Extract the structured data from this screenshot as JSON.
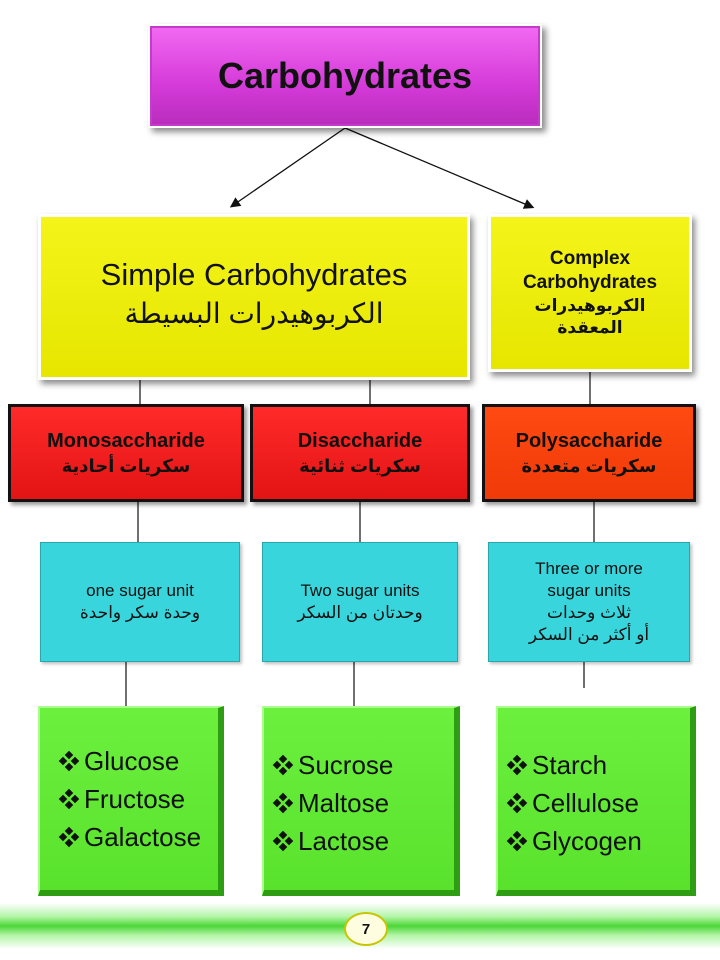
{
  "title": "Carbohydrates",
  "simple": {
    "label_en": "Simple Carbohydrates",
    "label_ar": "الكربوهيدرات البسيطة"
  },
  "complex": {
    "label_en_line1": "Complex",
    "label_en_line2": "Carbohydrates",
    "label_ar_line1": "الكربوهيدرات",
    "label_ar_line2": "المعقدة"
  },
  "types": {
    "mono": {
      "en": "Monosaccharide",
      "ar": "سكريات أحادية"
    },
    "di": {
      "en": "Disaccharide",
      "ar": "سكريات ثنائية"
    },
    "poly": {
      "en": "Polysaccharide",
      "ar": "سكريات متعددة"
    }
  },
  "descriptions": {
    "mono": {
      "en": "one sugar unit",
      "ar": "وحدة سكر واحدة"
    },
    "di": {
      "en": "Two sugar units",
      "ar": "وحدتان من السكر"
    },
    "poly": {
      "en_line1": "Three or more",
      "en_line2": "sugar units",
      "ar_line1": "ثلاث وحدات",
      "ar_line2": "أو أكثر من السكر"
    }
  },
  "examples": {
    "mono": [
      "Glucose",
      "Fructose",
      "Galactose"
    ],
    "di": [
      "Sucrose",
      "Maltose",
      "Lactose"
    ],
    "poly": [
      "Starch",
      "Cellulose",
      "Glycogen"
    ]
  },
  "page_number": "7",
  "colors": {
    "title": "#d43ad8",
    "category": "#e6e600",
    "type": "#e31414",
    "description": "#38d6dc",
    "examples": "#59e22c"
  }
}
